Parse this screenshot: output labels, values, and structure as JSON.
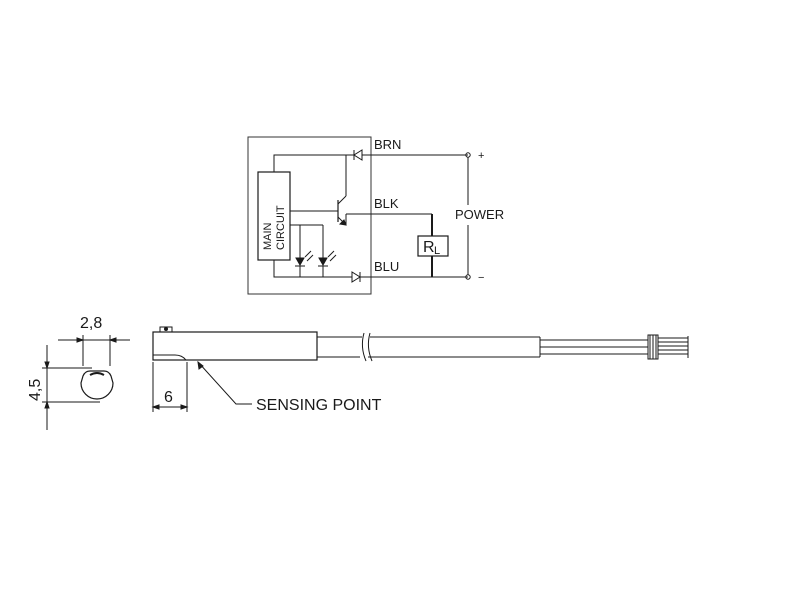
{
  "circuit": {
    "main_circuit_line1": "MAIN",
    "main_circuit_line2": "CIRCUIT",
    "wire_brn": "BRN",
    "wire_blk": "BLK",
    "wire_blu": "BLU",
    "power": "POWER",
    "plus": "+",
    "minus": "−",
    "load_r": "R",
    "load_sub": "L"
  },
  "sensor": {
    "dim_width": "2,8",
    "dim_height": "4,5",
    "dim_offset": "6",
    "sensing_point": "SENSING POINT"
  }
}
